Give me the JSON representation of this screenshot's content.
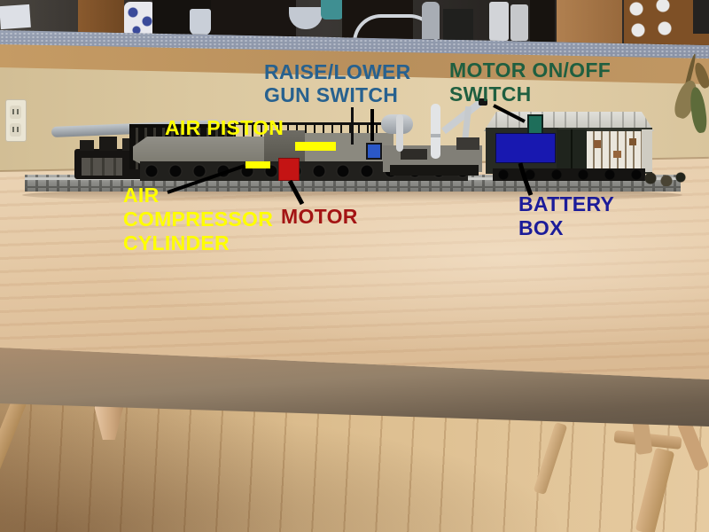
{
  "meta": {
    "type": "annotated-photo",
    "subject": "LEGO pneumatic railway gun train model on a wooden kitchen table"
  },
  "annotations": {
    "raise_lower_gun_switch": {
      "lines": [
        "RAISE/LOWER",
        "GUN SWITCH"
      ],
      "color": "#27618F"
    },
    "motor_on_off_switch": {
      "lines": [
        "MOTOR ON/OFF",
        "SWITCH"
      ],
      "color": "#1F5F40"
    },
    "air_piston": {
      "lines": [
        "AIR PISTON"
      ],
      "color": "#FFFF00"
    },
    "air_compressor_cylinder": {
      "lines": [
        "AIR",
        "COMPRESSOR",
        "CYLINDER"
      ],
      "color": "#FFFF00"
    },
    "motor": {
      "lines": [
        "MOTOR"
      ],
      "color": "#A31414"
    },
    "battery_box": {
      "lines": [
        "BATTERY",
        "BOX"
      ],
      "color": "#1C1C99"
    }
  },
  "markers": {
    "air_piston_bar": {
      "color": "#FFFF00"
    },
    "air_compressor_bar": {
      "color": "#FFFF00"
    },
    "motor_rect": {
      "color": "#C41414"
    },
    "gun_switch_rect": {
      "color": "#2B58C8"
    },
    "motor_switch_rect": {
      "color": "#1E6E5A"
    },
    "battery_box_rect": {
      "color": "#1818B0"
    }
  },
  "arrows": {
    "color": "#000000"
  }
}
